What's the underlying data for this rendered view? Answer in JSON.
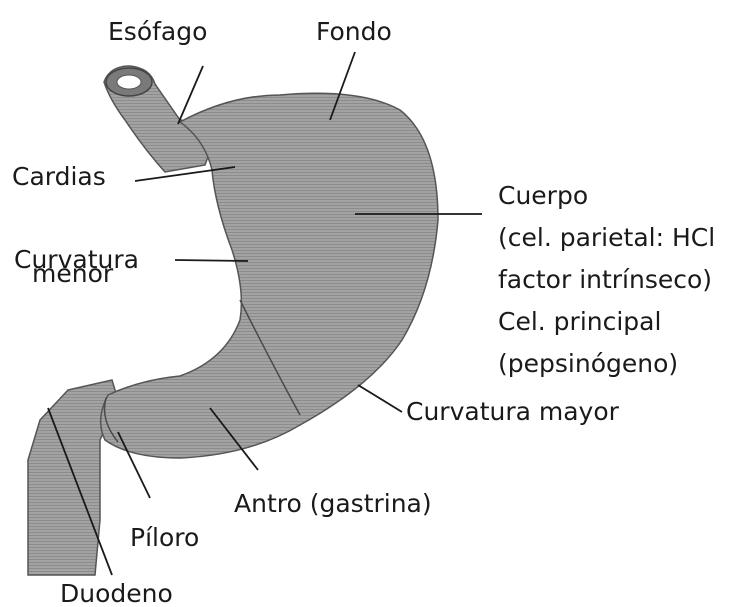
{
  "diagram": {
    "labels": {
      "esofago": "Esófago",
      "fondo": "Fondo",
      "cardias": "Cardias",
      "curvatura_menor_1": "Curvatura",
      "curvatura_menor_2": "menor",
      "cuerpo_1": "Cuerpo",
      "cuerpo_2": "(cel. parietal: HCl",
      "cuerpo_3": "factor intrínseco)",
      "cuerpo_4": "Cel. principal",
      "cuerpo_5": "(pepsinógeno)",
      "curvatura_mayor": "Curvatura mayor",
      "antro": "Antro (gastrina)",
      "piloro": "Píloro",
      "duodeno": "Duodeno"
    },
    "colors": {
      "organ_fill": "#9a9a9a",
      "organ_stroke": "#555555",
      "leader_line": "#1a1a1a",
      "text": "#1a1a1a"
    }
  }
}
